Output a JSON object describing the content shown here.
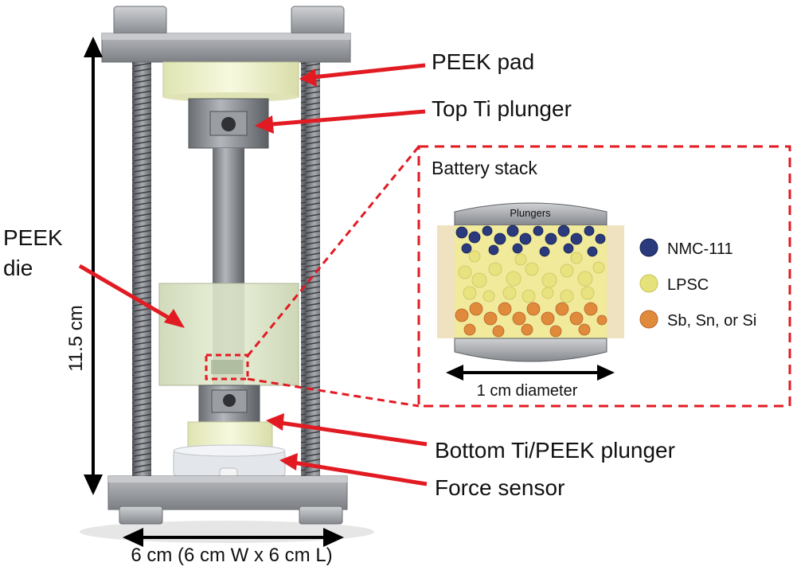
{
  "labels": {
    "peek_pad": "PEEK pad",
    "top_plunger": "Top Ti plunger",
    "peek_die_line1": "PEEK",
    "peek_die_line2": "die",
    "height_dim": "11.5 cm",
    "battery_stack": "Battery stack",
    "plungers": "Plungers",
    "diameter": "1 cm diameter",
    "bottom_plunger": "Bottom Ti/PEEK plunger",
    "force_sensor": "Force sensor",
    "width_dim": "6 cm (6 cm W x 6 cm L)"
  },
  "legend": [
    {
      "label": "NMC-111",
      "color": "#2a3a7c"
    },
    {
      "label": "LPSC",
      "color": "#e6e27a"
    },
    {
      "label": "Sb, Sn, or Si",
      "color": "#e08a3c"
    }
  ],
  "colors": {
    "arrow": "#e21b23",
    "inset_border": "#e21b23",
    "metal": "#8f9196",
    "peek": "#eef2c6",
    "die": "#dfe8c9"
  }
}
